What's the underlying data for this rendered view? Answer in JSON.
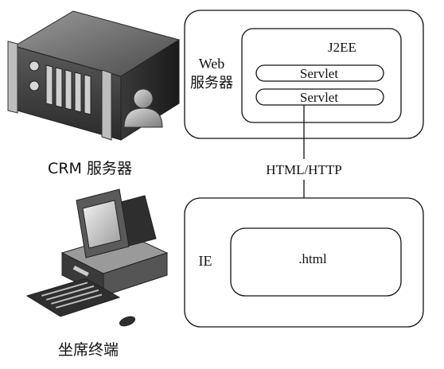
{
  "left_column": {
    "server_caption": "CRM 服务器",
    "terminal_caption": "坐席终端"
  },
  "web_server_box": {
    "label_line1": "Web",
    "label_line2": "服务器",
    "j2ee_box": {
      "label": "J2EE",
      "servlets": [
        "Servlet",
        "Servlet"
      ]
    }
  },
  "connection": {
    "label": "HTML/HTTP"
  },
  "client_box": {
    "label": "IE",
    "page_box_label": ".html"
  }
}
